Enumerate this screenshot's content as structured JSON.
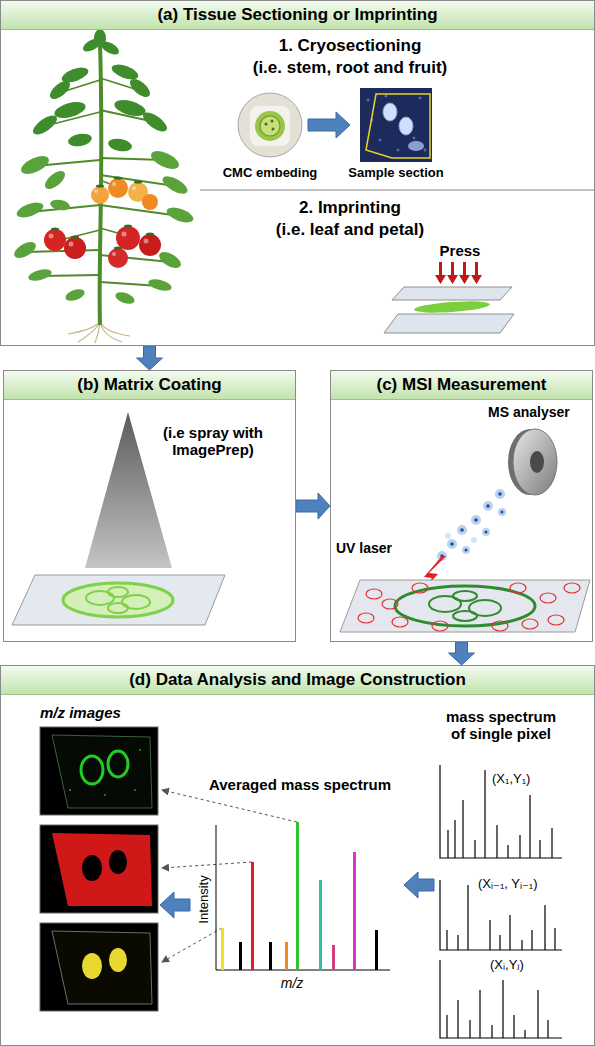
{
  "diagram": {
    "nodes": [
      {
        "text": [
          "(a) Tissue Sectioning or Imprinting"
        ]
      },
      {
        "text": [
          "(b) Matrix Coating"
        ]
      },
      {
        "text": [
          "(c) MSI Measurement"
        ]
      },
      {
        "text": [
          "(d) Data Analysis and Image Construction"
        ]
      }
    ],
    "edges": [
      {
        "from": 0,
        "to": 1,
        "arrow": "to"
      },
      {
        "from": 1,
        "to": 2,
        "arrow": "to"
      },
      {
        "from": 2,
        "to": 3,
        "arrow": "to"
      }
    ],
    "labels": [
      "1. Cryosectioning",
      "(i.e. stem, root and fruit)",
      "CMC embeding",
      "Sample section",
      "2. Imprinting",
      "(i.e. leaf and petal)",
      "Press",
      "(i.e spray with ImagePrep)",
      "MS analyser",
      "UV laser",
      "m/z images",
      "Averaged mass spectrum",
      "mass spectrum of single pixel",
      "Intensity",
      "m/z",
      "(X₁,Y₁)",
      "(Xᵢ₋₁, Yᵢ₋₁)",
      "(Xᵢ,Yⱼ)"
    ]
  }
}
